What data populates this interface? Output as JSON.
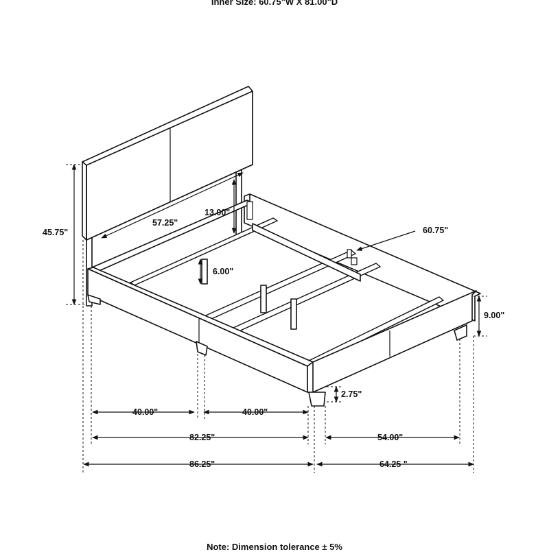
{
  "header": {
    "inner_size": "Inner Size: 60.75\"W X 81.00\"D"
  },
  "footer": {
    "note": "Note: Dimension tolerance ± 5%"
  },
  "dimensions": {
    "headboard_height": "45.75\"",
    "headboard_width": "57.25\"",
    "headboard_clearance": "13.00\"",
    "inner_width": "60.75\"",
    "support_leg_height": "6.00\"",
    "rail_height": "9.00\"",
    "leg_height": "2.75\"",
    "half_length_left": "40.00\"",
    "half_length_right": "40.00\"",
    "rail_length": "82.25\"",
    "footboard_width": "54.00\"",
    "overall_length": "86.25\"",
    "overall_width": "64.25 \""
  }
}
